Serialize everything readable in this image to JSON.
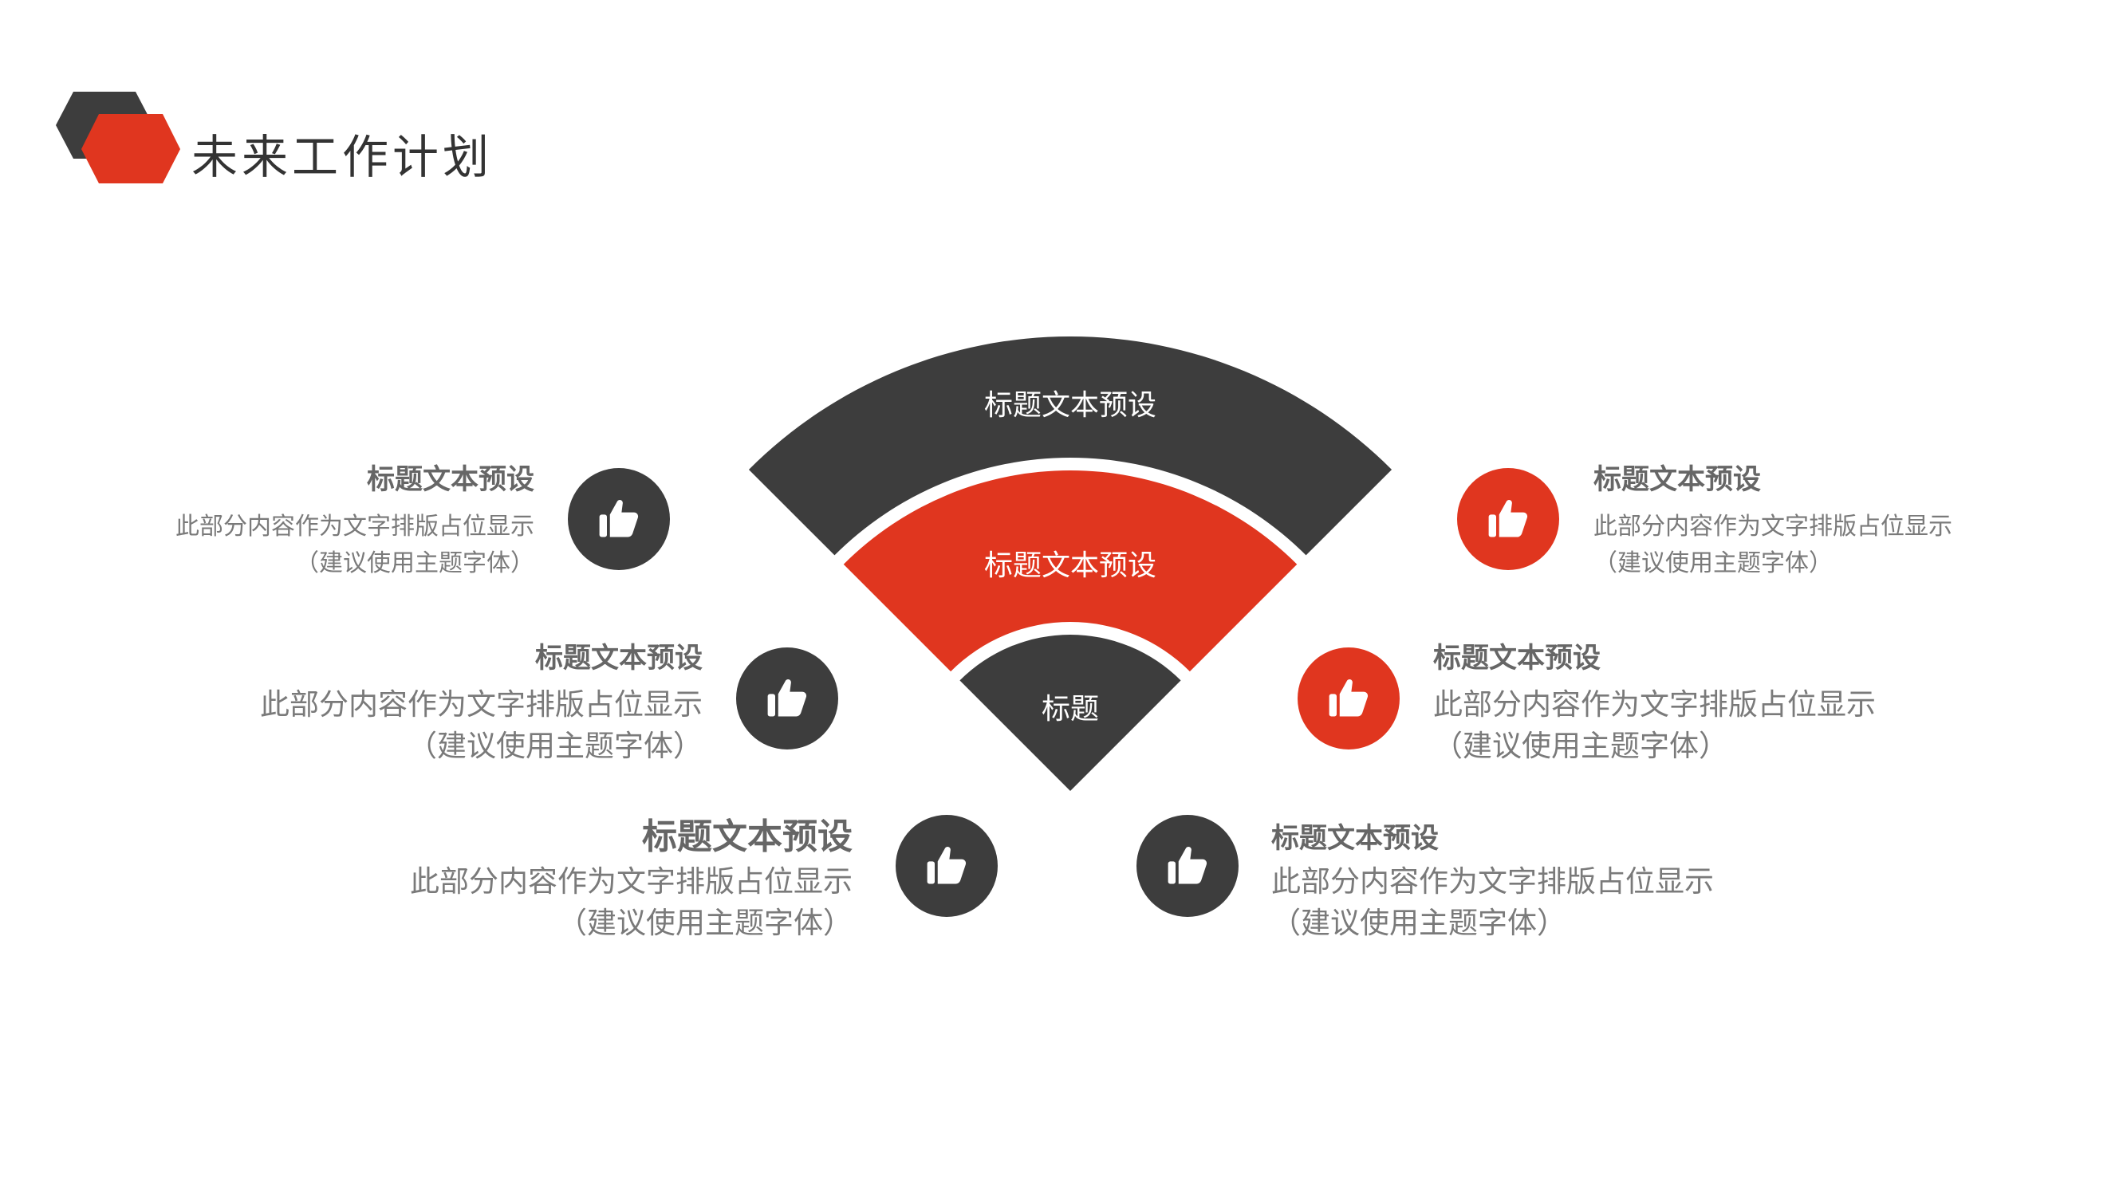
{
  "page": {
    "title": "未来工作计划"
  },
  "colors": {
    "dark": "#3d3d3d",
    "accent": "#e0361f",
    "heading_text": "#666666",
    "body_text": "#7a7a7a"
  },
  "fan": {
    "outer_label": "标题文本预设",
    "middle_label": "标题文本预设",
    "inner_label": "标题"
  },
  "items": [
    {
      "heading": "标题文本预设",
      "line1": "此部分内容作为文字排版占位显示",
      "line2": "（建议使用主题字体）",
      "icon": "thumbs-up-icon",
      "color": "dark"
    },
    {
      "heading": "标题文本预设",
      "line1": "此部分内容作为文字排版占位显示",
      "line2": "（建议使用主题字体）",
      "icon": "thumbs-up-icon",
      "color": "dark"
    },
    {
      "heading": "标题文本预设",
      "line1": "此部分内容作为文字排版占位显示",
      "line2": "（建议使用主题字体）",
      "icon": "thumbs-up-icon",
      "color": "dark"
    },
    {
      "heading": "标题文本预设",
      "line1": "此部分内容作为文字排版占位显示",
      "line2": "（建议使用主题字体）",
      "icon": "thumbs-up-icon",
      "color": "accent"
    },
    {
      "heading": "标题文本预设",
      "line1": "此部分内容作为文字排版占位显示",
      "line2": "（建议使用主题字体）",
      "icon": "thumbs-up-icon",
      "color": "accent"
    },
    {
      "heading": "标题文本预设",
      "line1": "此部分内容作为文字排版占位显示",
      "line2": "（建议使用主题字体）",
      "icon": "thumbs-up-icon",
      "color": "dark"
    }
  ]
}
